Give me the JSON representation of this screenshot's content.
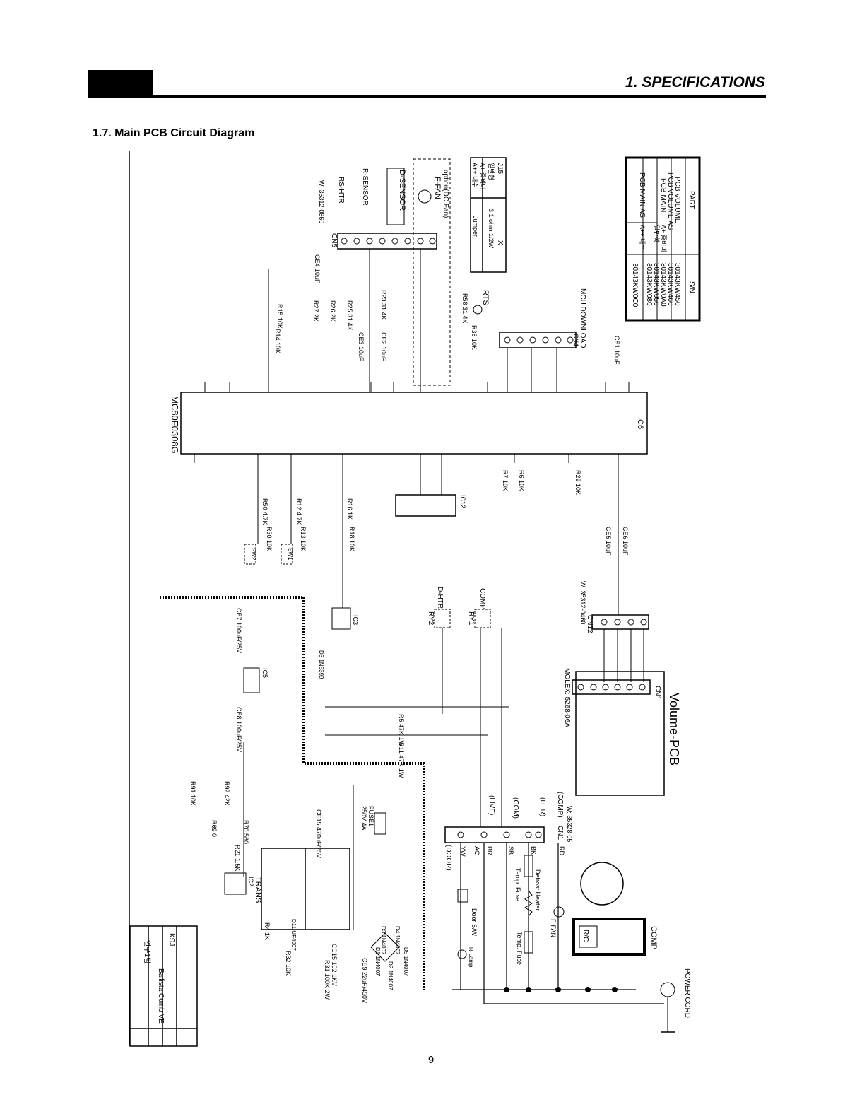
{
  "header": {
    "section_title": "1. SPECIFICATIONS"
  },
  "subsection_title": "1.7. Main PCB Circuit Diagram",
  "page_number": "9",
  "diagram": {
    "parts_table": {
      "col_part": "PART",
      "col_sn": "S/N",
      "r1_part": "PCB VOLUME",
      "r1_sn": "30143KW450",
      "r2_part": "PCB VOLUME AS",
      "r2_sn": "30143KW460",
      "r3_part": "PCB MAIN",
      "r3_grade": "A+ 중비미",
      "r3_sn": "30143KW0A0",
      "r4_grade": "일반형",
      "r4_sn": "30143KW050",
      "r5_part": "PCB MAIN AS",
      "r5_grade": "A++ 내수",
      "r5_sn": "30143KW080",
      "r6_sn": "30143KW0C0"
    },
    "j15_table": {
      "title": "J15",
      "c1": "일반형",
      "c2": "A+ 중비미",
      "c3": "A++ 내수",
      "v1": "X",
      "v2": "3.1 ohm 1/2W",
      "v3": "Jumper"
    },
    "mcu": {
      "label": "MC80F0308G",
      "ic": "IC6"
    },
    "mcu_download": "MCU DOWNLOAD",
    "cn4": "CN4",
    "cn5": "CN5",
    "cn5_wire": "W: 35312-0860",
    "f_fan": "F-FAN",
    "option_dc_fan": "option(DC Fan)",
    "d_sensor": "D-SENSOR",
    "r_sensor": "R-SENSOR",
    "rs_htr": "RS-HTR",
    "rts": "RTS",
    "volume_pcb": "Volume-PCB",
    "cn1": "CN1",
    "cn12": "CN12",
    "cn12_wire": "W: 35312-0460",
    "molex": "MOLEX: 5268-06A",
    "comp": "COMP",
    "d_htr": "D-HTR",
    "ry1": "RY1",
    "ry2": "RY2",
    "trans": "TRANS",
    "ic2": "IC2",
    "ic3": "IC3",
    "ic5": "IC5",
    "ic12": "IC12",
    "power_cord": "POWER CORD",
    "cn1_main": "CN1",
    "cn1_main_wire": "W: 35328-05",
    "wire_live": "(LIVE)",
    "wire_com": "(COM)",
    "wire_htr": "(HTR)",
    "wire_comp": "(COMP)",
    "wire_door": "(DOOR)",
    "colors": [
      "RD",
      "BK",
      "SB",
      "BR",
      "AC",
      "YW"
    ],
    "door_sw": "Door S/W",
    "r_lamp": "R-Lamp",
    "defrost_heater": "Defrost Heater",
    "temp_fuse": "Temp. Fuse",
    "r_c": "R/C",
    "f_fan2": "F-FAN",
    "fuse1": "250V 4A",
    "fuse1_name": "FUSE1",
    "title_block": {
      "project": "Ballista Comb VE",
      "dept": "연구1팀",
      "drawn": "KSJ"
    },
    "resistors": [
      "R5 47K 1W",
      "R11 47K 1W",
      "R91 10K",
      "R92 42K",
      "R70 560",
      "R69 0",
      "R21 1.5K",
      "R4 1K",
      "R31 100K 2W",
      "R32 10K",
      "R50 4.7K",
      "R12 4.7K",
      "R16 1K",
      "R18 10K",
      "R30 10K",
      "R13 10K",
      "R6 10K",
      "R7 10K",
      "R29 10K",
      "R23 31.4K",
      "R25 31.4K",
      "R26 2K",
      "R27 2K",
      "R15 10K",
      "R14 10K",
      "R58 31.4K",
      "R38 10K"
    ],
    "capacitors": [
      "CE1 10uF",
      "CE2 10uF",
      "CE3 10uF",
      "CE4 10uF",
      "CE5 10uF",
      "CE6 10uF",
      "CE7 100uF/25V",
      "CE8 100uF/25V",
      "CE9 22uF/450V",
      "CE15 470uF/25V",
      "CC15 102 1KV"
    ],
    "diodes": [
      "D1 1N4007",
      "D2 1N4007",
      "D3 1N4007",
      "D4 1N4007",
      "D5 1N4007",
      "D11 UF4007",
      "D3 1N5399"
    ],
    "switches": [
      "SW1",
      "SW2"
    ]
  }
}
